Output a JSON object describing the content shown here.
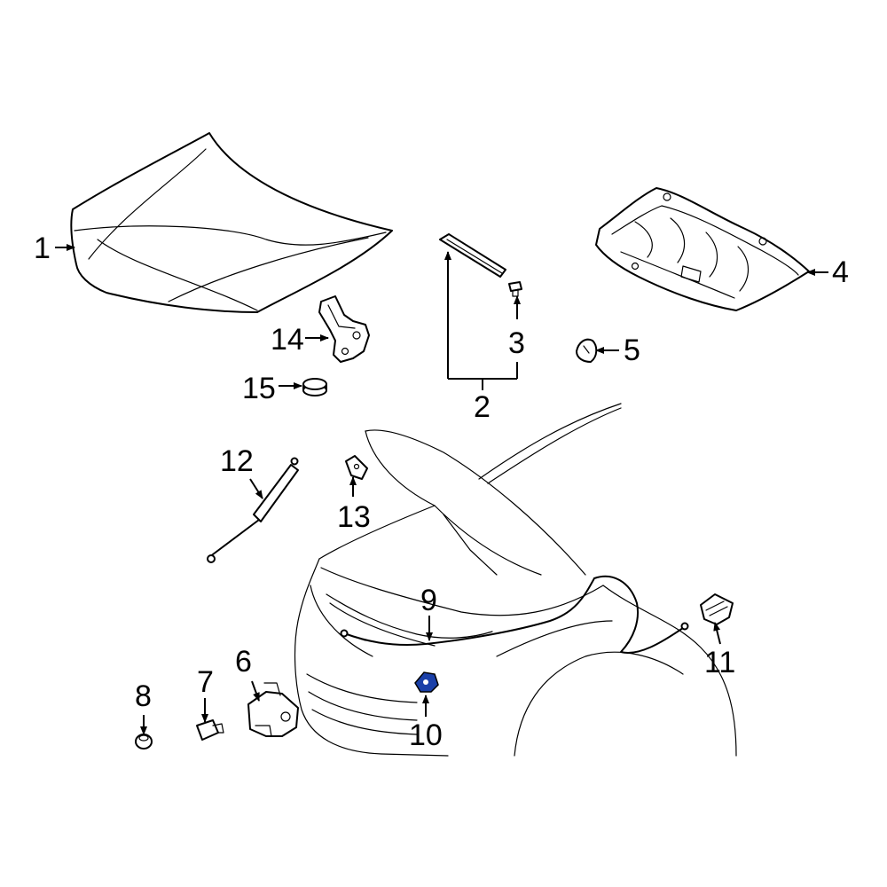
{
  "callouts": {
    "c1": "1",
    "c2": "2",
    "c3": "3",
    "c4": "4",
    "c5": "5",
    "c6": "6",
    "c7": "7",
    "c8": "8",
    "c9": "9",
    "c10": "10",
    "c11": "11",
    "c12": "12",
    "c13": "13",
    "c14": "14",
    "c15": "15"
  },
  "highlight": {
    "part": "10",
    "color": "#1a3fa8"
  }
}
